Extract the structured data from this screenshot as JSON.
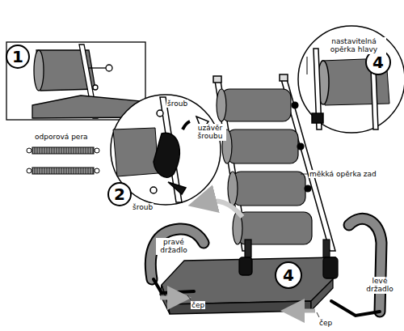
{
  "diagram": {
    "nodes": [
      {
        "text": [
          "1"
        ]
      },
      {
        "text": [
          "4"
        ]
      },
      {
        "text": [
          "2"
        ]
      },
      {
        "text": [
          "4"
        ]
      }
    ],
    "labels": [
      "odporová pera",
      "šroub",
      "uzávěr šroubu",
      "šroub",
      "nastavitelná opěrka hlavy",
      "měkká opěrka zad",
      "pravé držadlo",
      "levé držadlo",
      "čep",
      "čep"
    ]
  }
}
